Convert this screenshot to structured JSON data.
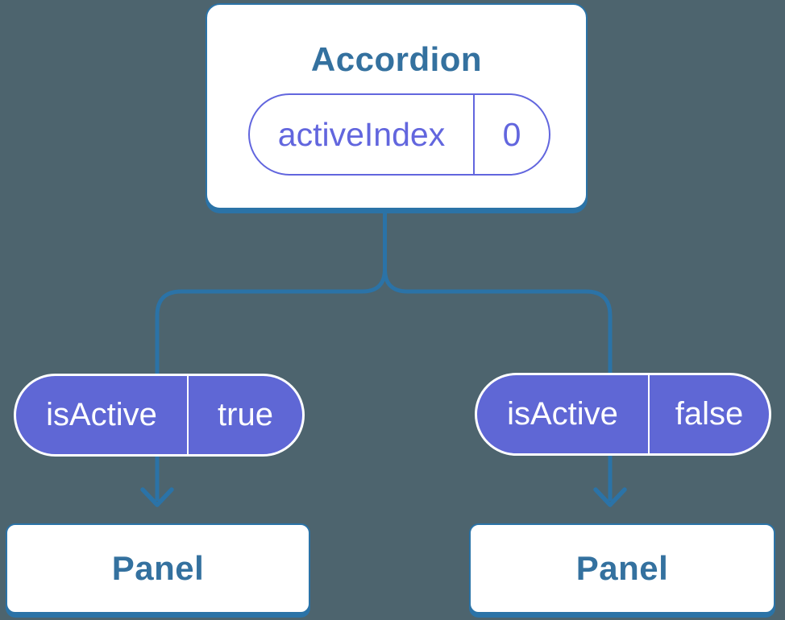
{
  "diagram": {
    "background_color": "#4d646e",
    "wire_color": "#2b73a7",
    "accent_purple_fill": "#5f67d5",
    "accent_purple_outline": "#6266de",
    "heading_color": "#34719f",
    "root": {
      "title": "Accordion",
      "state": {
        "name": "activeIndex",
        "value": "0"
      }
    },
    "props": [
      {
        "name": "isActive",
        "value": "true"
      },
      {
        "name": "isActive",
        "value": "false"
      }
    ],
    "children": [
      {
        "title": "Panel"
      },
      {
        "title": "Panel"
      }
    ]
  }
}
